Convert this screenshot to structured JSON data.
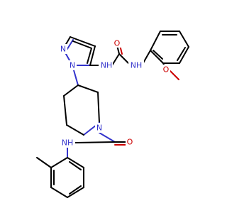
{
  "colors": {
    "background": "#ffffff",
    "bond": "#000000",
    "nitrogen": "#3333cc",
    "oxygen": "#cc0000"
  },
  "labels": {
    "pyrazole_n2": "N",
    "pyrazole_n1": "N",
    "urea_nh_left": "NH",
    "urea_nh_right": "NH",
    "urea_o": "O",
    "methoxy_o": "O",
    "piperidine_n": "N",
    "carboxamide_o": "O",
    "carboxamide_nh": "NH"
  }
}
